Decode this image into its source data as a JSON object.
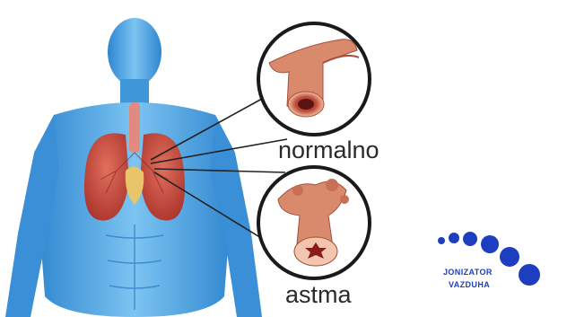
{
  "labels": {
    "normal": "normalno",
    "asthma": "astma"
  },
  "logo": {
    "line1": "JONIZATOR",
    "line2": "VAZDUHA",
    "color": "#1d3fbf"
  },
  "colors": {
    "body": "#4ea7e4",
    "lungs": "#c8483c",
    "airway": "#d98a6c",
    "circle_border": "#1a1a1a"
  }
}
